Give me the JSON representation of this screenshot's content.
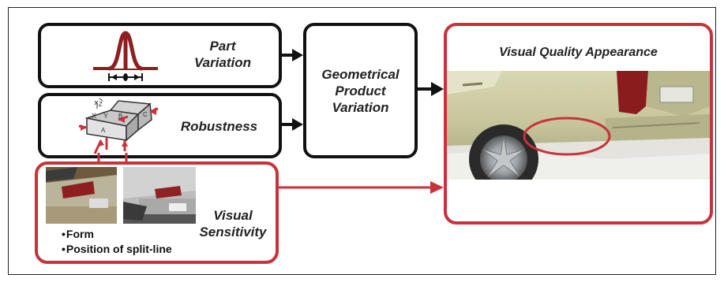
{
  "boxes": {
    "part_variation": "Part\nVariation",
    "robustness": "Robustness",
    "geometrical": "Geometrical\nProduct\nVariation",
    "visual_sensitivity": "Visual\nSensitivity",
    "visual_quality": "Visual Quality Appearance"
  },
  "robustness_axes": {
    "x": "X",
    "y": "Y",
    "z": "Z",
    "a": "A",
    "b": "B",
    "c": "C"
  },
  "sensitivity_bullets": [
    "Form",
    "Position of split-line"
  ],
  "colors": {
    "accent_red": "#c8323a",
    "outline": "#111111"
  }
}
